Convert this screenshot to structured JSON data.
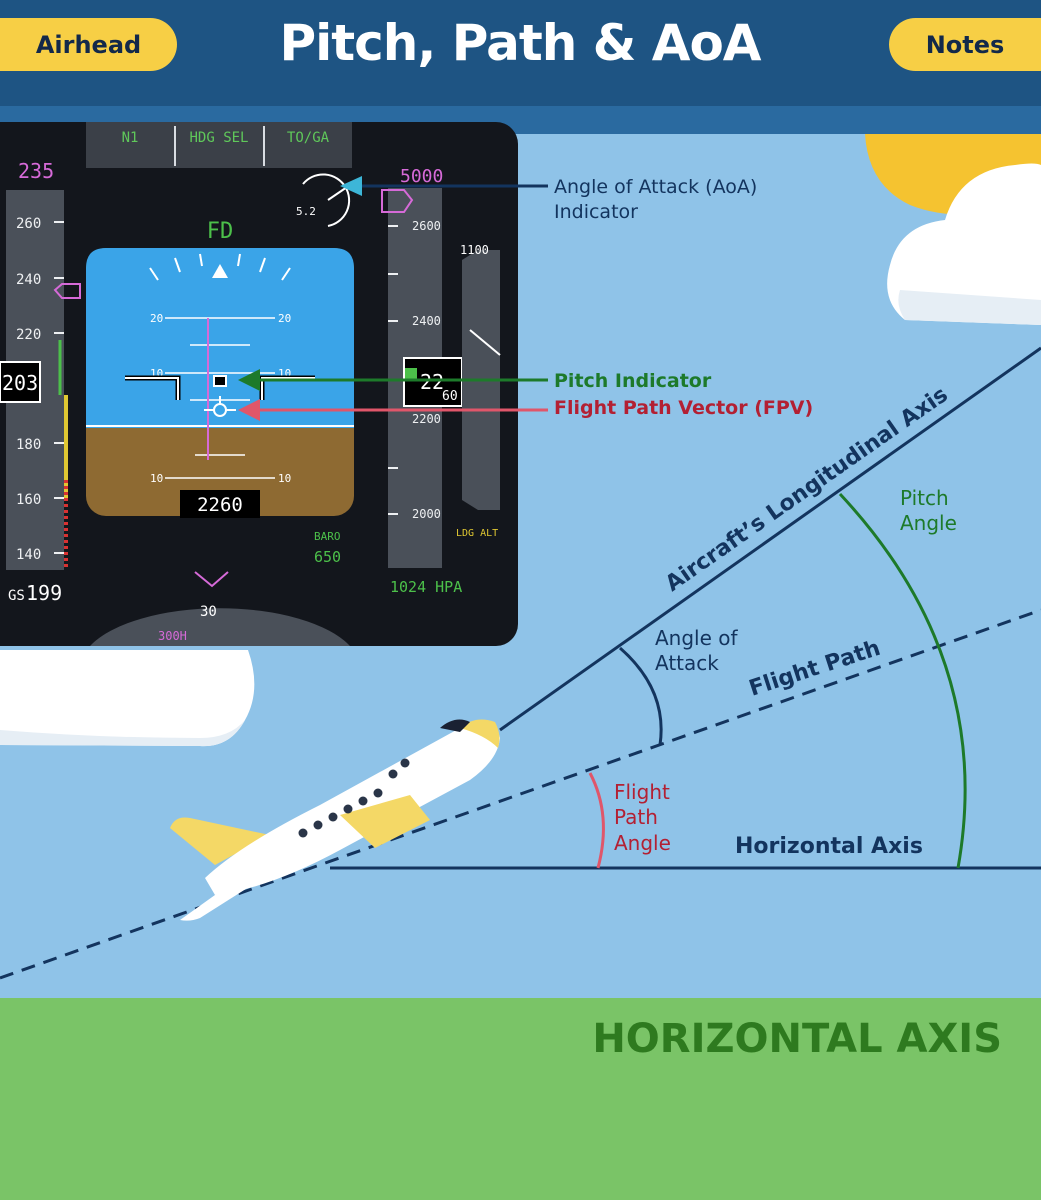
{
  "header": {
    "left_button": "Airhead",
    "title": "Pitch, Path & AoA",
    "right_button": "Notes"
  },
  "pfd": {
    "fma": [
      "N1",
      "HDG SEL",
      "TO/GA"
    ],
    "selected_speed": "235",
    "selected_altitude": "5000",
    "flight_director": "FD",
    "aoa_value": "5.2",
    "speed_ticks": [
      "260",
      "240",
      "220",
      "180",
      "160",
      "140"
    ],
    "current_speed": "203",
    "ground_speed_prefix": "GS",
    "ground_speed": "199",
    "altitude_ticks": [
      "2600",
      "2400",
      "2200",
      "2000"
    ],
    "current_altitude_big": "22",
    "current_altitude_small": "60",
    "vsi_value": "1100",
    "pitch_ticks_left": [
      "20",
      "10",
      "10"
    ],
    "pitch_ticks_right": [
      "20",
      "10",
      "10"
    ],
    "radio_altitude": "2260",
    "baro_label": "BARO",
    "baro_value": "650",
    "baro_setting": "1024 HPA",
    "ldg_alt": "LDG ALT",
    "heading_tick": "30",
    "heading_select": "300H"
  },
  "labels": {
    "aoa_indicator": [
      "Angle of Attack (AoA)",
      "Indicator"
    ],
    "pitch_indicator": "Pitch Indicator",
    "fpv": "Flight Path Vector (FPV)",
    "longitudinal_axis": "Aircraft’s Longitudinal Axis",
    "flight_path": "Flight Path",
    "angle_of_attack": [
      "Angle of",
      "Attack"
    ],
    "pitch_angle": [
      "Pitch",
      "Angle"
    ],
    "flight_path_angle": [
      "Flight",
      "Path",
      "Angle"
    ],
    "horizontal_axis": "Horizontal Axis",
    "ground_label": "HORIZONTAL AXIS"
  },
  "colors": {
    "header": "#1e5483",
    "accent_yellow": "#f7cf45",
    "sky": "#8fc3e8",
    "ground": "#7ac467",
    "navy": "#13345e",
    "pitch_green": "#1d7a2a",
    "fpv_red": "#b32033",
    "ground_text": "#2e7a1f"
  }
}
